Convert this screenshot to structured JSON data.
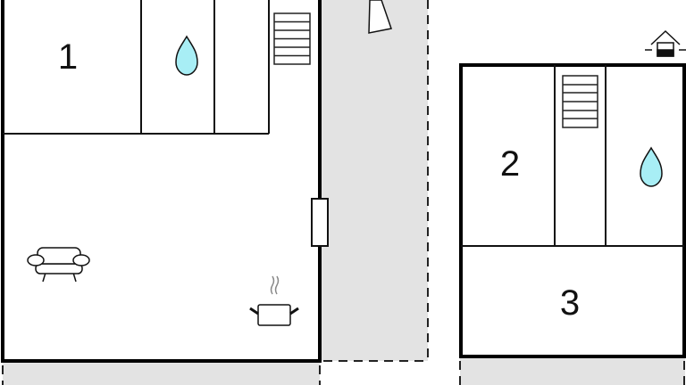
{
  "floorplan": {
    "rooms": [
      {
        "label": "1"
      },
      {
        "label": "2"
      },
      {
        "label": "3"
      }
    ],
    "icons": [
      "stairs-icon",
      "water-drop-icon",
      "sofa-icon",
      "cooking-pot-icon",
      "entrance-icon",
      "north-arrow-icon",
      "window-icon"
    ],
    "colors": {
      "wall": "#000000",
      "outdoor_area": "#e3e3e3",
      "water": "#a8eef5"
    }
  }
}
